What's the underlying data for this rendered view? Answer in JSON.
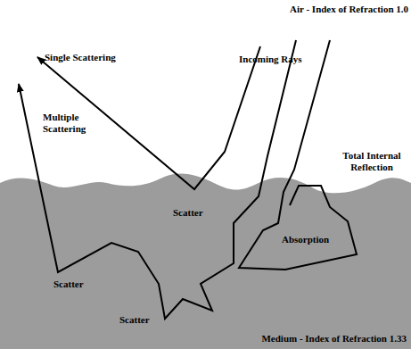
{
  "diagram": {
    "labels": [
      "Air - Index of Refraction 1.0",
      "Single Scattering",
      "Incoming Rays",
      "Multiple Scattering",
      "Total Internal Reflection",
      "Scatter",
      "Absorption",
      "Scatter",
      "Scatter",
      "Medium - Index of Refraction 1.33"
    ]
  }
}
